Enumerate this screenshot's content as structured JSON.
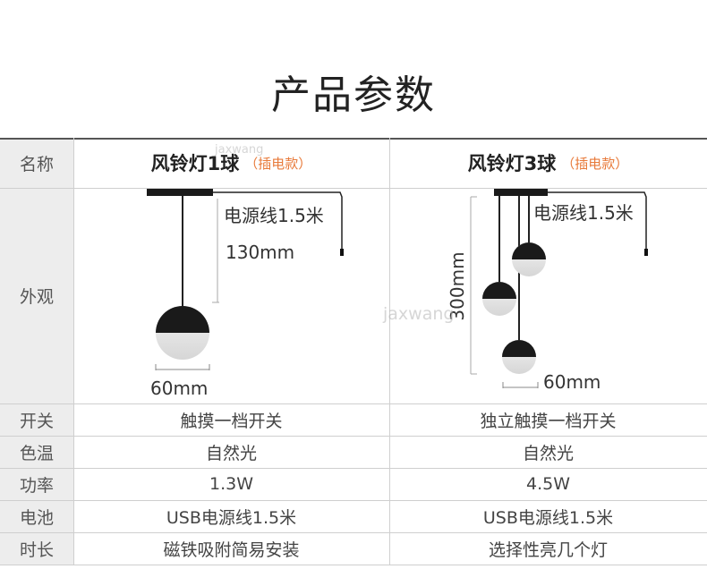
{
  "page_title": "产品参数",
  "header": {
    "label": "名称",
    "product1": {
      "name": "风铃灯1球",
      "note": "（插电款）"
    },
    "product2": {
      "name": "风铃灯3球",
      "note": "（插电款）"
    }
  },
  "appearance": {
    "label": "外观",
    "product1": {
      "cable_label": "电源线1.5米",
      "height_label": "130mm",
      "width_label": "60mm"
    },
    "product2": {
      "cable_label": "电源线1.5米",
      "height_label": "300mm",
      "width_label": "60mm"
    }
  },
  "rows": [
    {
      "label": "开关",
      "v1": "触摸一档开关",
      "v2": "独立触摸一档开关"
    },
    {
      "label": "色温",
      "v1": "自然光",
      "v2": "自然光"
    },
    {
      "label": "功率",
      "v1": "1.3W",
      "v2": "4.5W"
    },
    {
      "label": "电池",
      "v1": "USB电源线1.5米",
      "v2": "USB电源线1.5米"
    },
    {
      "label": "时长",
      "v1": "磁铁吸附简易安装",
      "v2": "选择性亮几个灯"
    }
  ],
  "watermarks": [
    "jaxwang",
    "jaxwang"
  ],
  "colors": {
    "accent_orange": "#e87a3a",
    "label_bg": "#ededed",
    "lamp_black": "#1a1a1a"
  }
}
